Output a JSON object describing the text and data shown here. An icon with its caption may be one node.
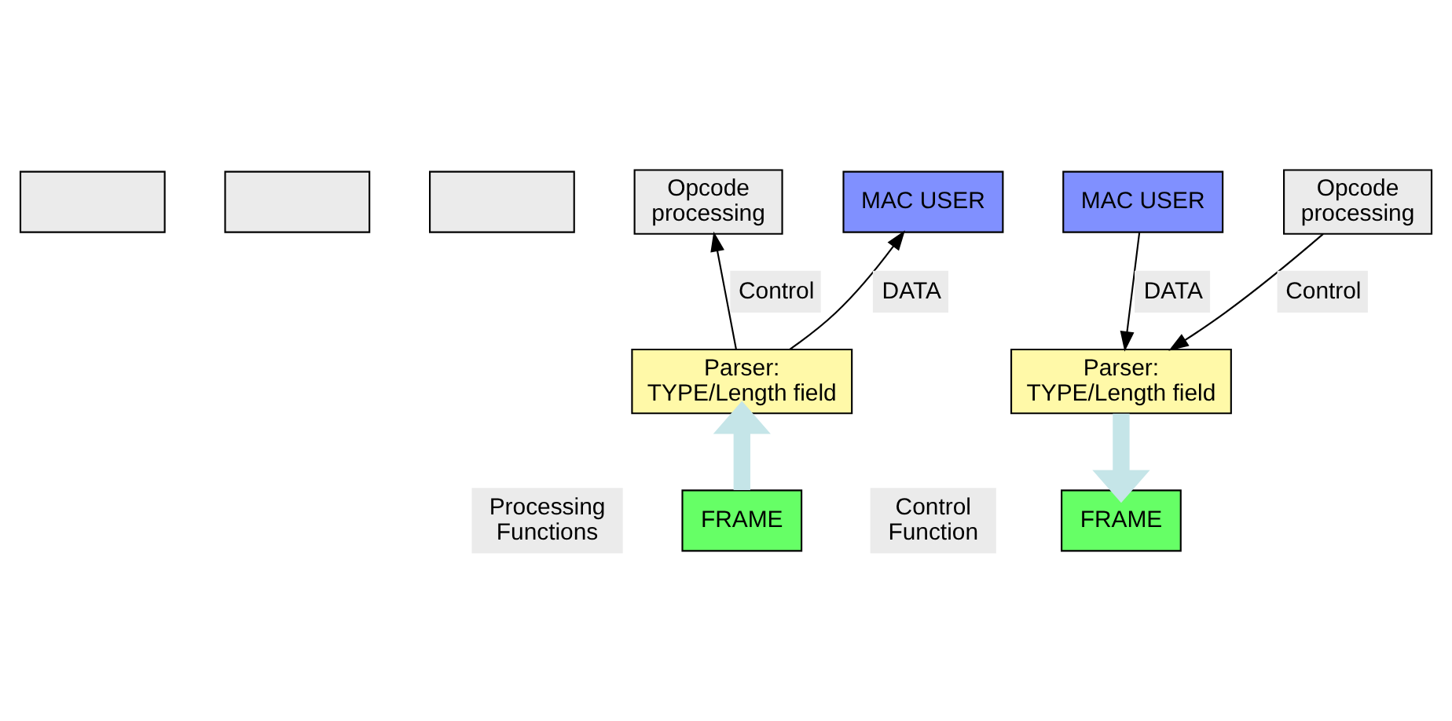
{
  "diagram": {
    "nodes": [
      {
        "text": [
          "Processing Functions"
        ]
      },
      {
        "text": [],
        "shape": "box"
      },
      {
        "text": [],
        "shape": "box"
      },
      {
        "text": [],
        "shape": "box"
      },
      {
        "text": [
          "Opcode processing"
        ]
      },
      {
        "text": [
          "MAC USER"
        ]
      },
      {
        "text": [
          "Parser: TYPE/Length field"
        ]
      },
      {
        "text": [
          "FRAME"
        ]
      },
      {
        "text": [
          "Control Function"
        ]
      },
      {
        "text": [
          "MAC USER"
        ]
      },
      {
        "text": [
          "Opcode processing"
        ]
      },
      {
        "text": [
          "Parser: TYPE/Length field"
        ]
      },
      {
        "text": [
          "FRAME"
        ]
      }
    ],
    "edges": [
      {
        "from": 6,
        "to": 5,
        "arrow": "to",
        "label": "DATA"
      },
      {
        "from": 6,
        "to": 4,
        "arrow": "to",
        "label": "Control"
      },
      {
        "from": 7,
        "to": 6,
        "arrow": "to",
        "style": "thick",
        "color": "#c5e5e8"
      },
      {
        "from": 9,
        "to": 11,
        "arrow": "to",
        "label": "DATA"
      },
      {
        "from": 10,
        "to": 11,
        "arrow": "to",
        "label": "Control"
      },
      {
        "from": 11,
        "to": 12,
        "arrow": "to",
        "style": "thick",
        "color": "#c5e5e8"
      }
    ]
  }
}
